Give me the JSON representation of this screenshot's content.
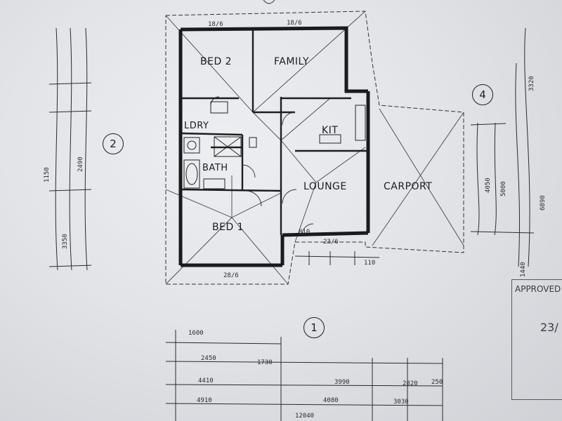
{
  "rooms": {
    "bed2": "BED 2",
    "family": "FAMILY",
    "ldry": "LDRY",
    "kit": "KIT",
    "bath": "BATH",
    "lounge": "LOUNGE",
    "carport": "CARPORT",
    "bed1": "BED 1"
  },
  "markers": {
    "m1": "1",
    "m2": "2",
    "m4": "4"
  },
  "dimensions": {
    "top_left": "18/6",
    "top_right": "18/6",
    "bed1_width": "28/6",
    "lounge_width": "23/6",
    "d_2450": "2450",
    "d_1730": "1730",
    "d_1600": "1600",
    "d_4410": "4410",
    "d_3990": "3990",
    "d_2820": "2820",
    "d_4910": "4910",
    "d_4080": "4080",
    "d_3030": "3030",
    "d_12040": "12040",
    "d_1150": "1150",
    "d_3350": "3350",
    "d_2490": "2490",
    "d_5000": "5000",
    "d_4050": "4050",
    "d_6890": "6890",
    "d_3320": "3320",
    "d_1440": "1440",
    "d_110": "110",
    "d_810": "810",
    "d_250": "250"
  },
  "stamp": {
    "approved": "APPROVED",
    "date": "23/"
  },
  "colors": {
    "paper": "#e6e8eb",
    "ink": "#1c1c1f",
    "shadow": "#b9bbc0"
  }
}
